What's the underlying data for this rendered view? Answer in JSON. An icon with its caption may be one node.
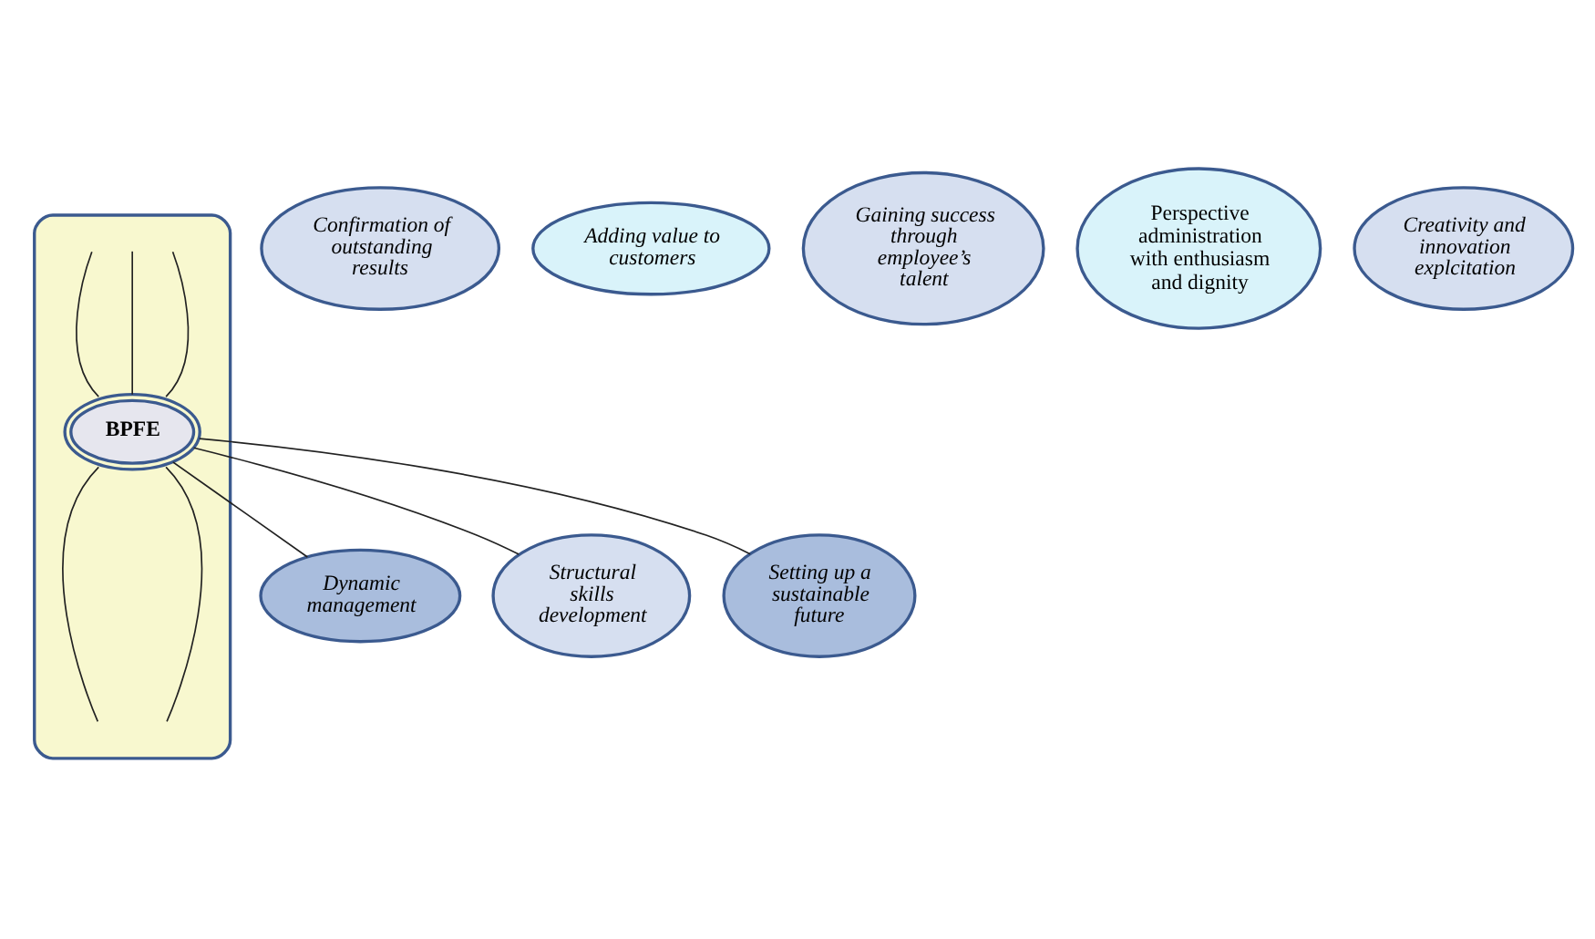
{
  "diagram": {
    "nodes": [
      {
        "text": [],
        "shape": "ellipse"
      },
      {
        "text": [
          "BPFE"
        ],
        "in": 0
      },
      {
        "text": [
          "Confirmation of outstanding results"
        ]
      },
      {
        "text": [
          "Adding value to customers"
        ]
      },
      {
        "text": [
          "Gaining success through employee’s talent"
        ]
      },
      {
        "text": [
          "Setting up a sustainable future"
        ]
      },
      {
        "text": [
          "Dynamic management"
        ]
      },
      {
        "text": [
          "Structural skills development"
        ]
      },
      {
        "text": [
          "Perspective administration with enthusiasm and dignity"
        ]
      },
      {
        "text": [
          "Creativity and innovation explcitation"
        ]
      }
    ],
    "edges": [
      {
        "from": 1,
        "to": null,
        "arrow": "none"
      },
      {
        "from": 1,
        "to": null,
        "arrow": "none"
      },
      {
        "from": 1,
        "to": null,
        "arrow": "none"
      },
      {
        "from": 1,
        "to": 5,
        "arrow": "none"
      },
      {
        "from": 1,
        "to": 6,
        "arrow": "none"
      },
      {
        "from": 1,
        "to": null,
        "arrow": "none"
      },
      {
        "from": 1,
        "to": null,
        "arrow": "none"
      },
      {
        "from": 1,
        "to": 7,
        "arrow": "none"
      }
    ]
  }
}
